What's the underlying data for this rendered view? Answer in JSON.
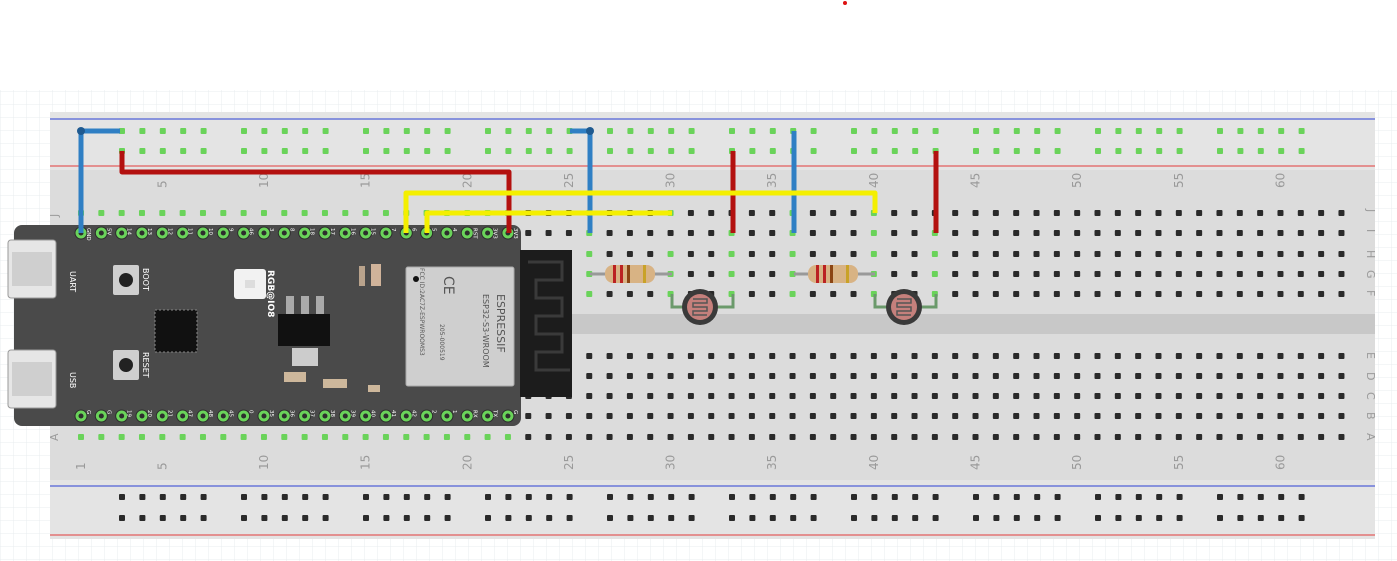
{
  "breadboard": {
    "columns_top": [
      "5",
      "10",
      "15",
      "20",
      "25",
      "30",
      "35",
      "40",
      "45",
      "50",
      "55",
      "60"
    ],
    "columns_bottom": [
      "1",
      "5",
      "10",
      "15",
      "20",
      "25",
      "30",
      "35",
      "40",
      "45",
      "50",
      "55",
      "60"
    ],
    "rows_top": [
      "J",
      "I",
      "H",
      "G",
      "F"
    ],
    "rows_bottom": [
      "E",
      "D",
      "C",
      "B",
      "A"
    ]
  },
  "board": {
    "module_brand": "ESPRESSIF",
    "module_name": "ESP32-S3-WROOM",
    "module_fcc": "FCC ID:2AC7Z-ESPWROOMS3",
    "module_cert": "205-000519",
    "uart_label": "UART",
    "usb_label": "USB",
    "boot_label": "BOOT",
    "reset_label": "RESET",
    "led_label": "RGB@IO8",
    "top_pins": [
      "GND",
      "5V",
      "14",
      "13",
      "12",
      "11",
      "10",
      "9",
      "46",
      "3",
      "8",
      "18",
      "17",
      "16",
      "15",
      "7",
      "6",
      "5",
      "4",
      "RST",
      "3V3",
      "3V3"
    ],
    "bottom_pins": [
      "G",
      "G",
      "19",
      "20",
      "21",
      "47",
      "48",
      "45",
      "0",
      "35",
      "36",
      "37",
      "38",
      "39",
      "40",
      "41",
      "42",
      "2",
      "1",
      "RX",
      "TX",
      "G"
    ]
  },
  "colors": {
    "wire_blue": "#2f7fc4",
    "wire_red": "#b3110f",
    "wire_yellow": "#f4ef00",
    "pcb": "#4a4a4a",
    "hole_active": "#6ad35a",
    "rail_red": "#e23b3b",
    "rail_blue": "#2c3fd4"
  },
  "components": [
    "esp32-s3-devkit",
    "resistor-1",
    "resistor-2",
    "photoresistor-1",
    "photoresistor-2"
  ]
}
